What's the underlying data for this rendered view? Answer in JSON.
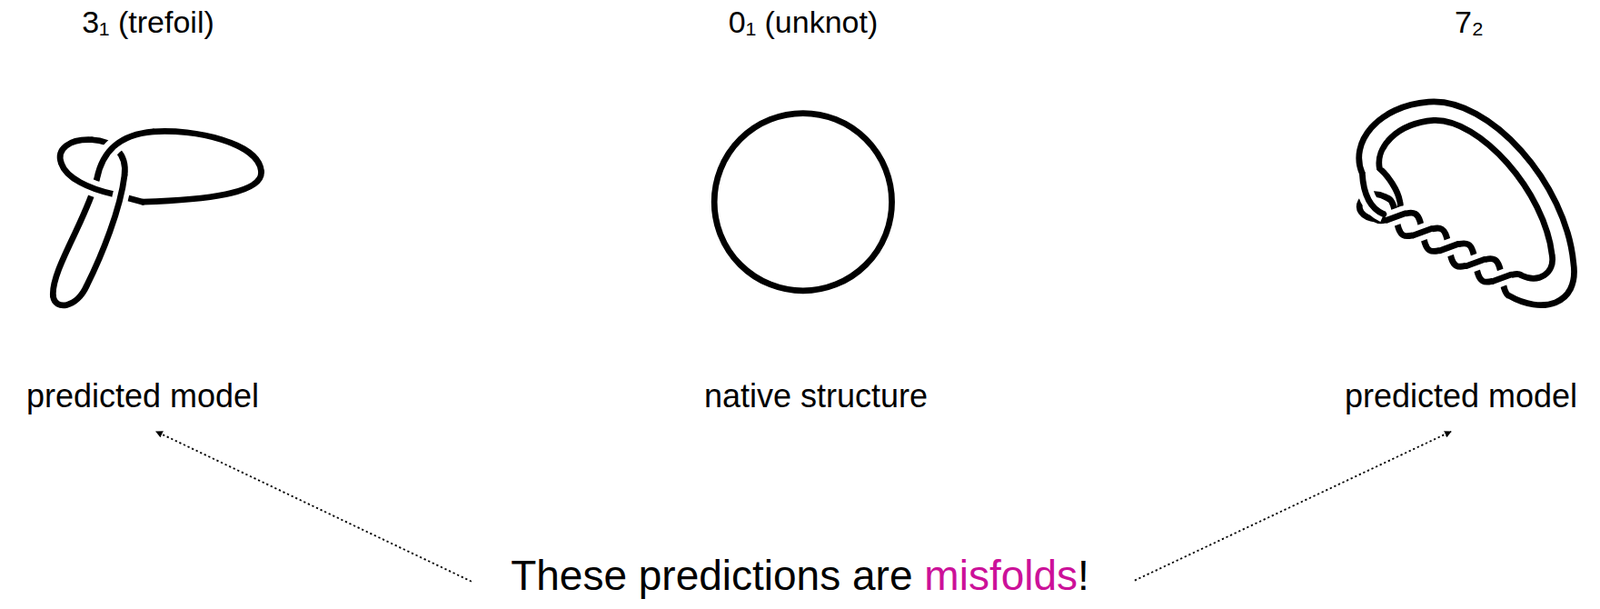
{
  "diagram": {
    "labels": [
      "3₁ (trefoil)",
      "0₁ (unknot)",
      "7₂",
      "predicted model",
      "native structure",
      "predicted model",
      "These predictions are",
      "misfolds",
      "!"
    ]
  }
}
